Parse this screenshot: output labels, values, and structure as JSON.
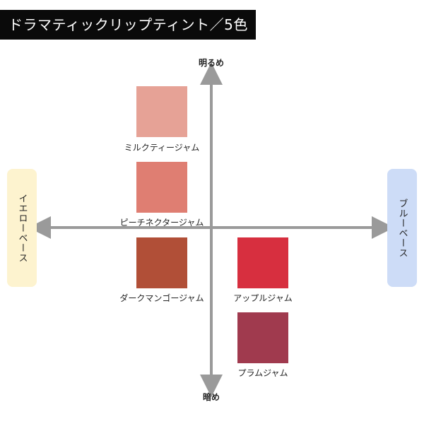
{
  "header": {
    "title": "ドラマティックリップティント／5色"
  },
  "axes": {
    "top_label": "明るめ",
    "bottom_label": "暗め",
    "left_label": "イエローベース",
    "right_label": "ブルーベース"
  },
  "colors": {
    "header_bg": "#0a0a0a",
    "axis": "#9a9a9a",
    "left_box": "#fdf3cf",
    "right_box": "#cddcf7"
  },
  "swatches": [
    {
      "name": "ミルクティージャム",
      "color": "#e6a296"
    },
    {
      "name": "ピーチネクタージャム",
      "color": "#df7e72"
    },
    {
      "name": "ダークマンゴージャム",
      "color": "#b14f37"
    },
    {
      "name": "アップルジャム",
      "color": "#d72f3f"
    },
    {
      "name": "プラムジャム",
      "color": "#a03a4e"
    }
  ]
}
